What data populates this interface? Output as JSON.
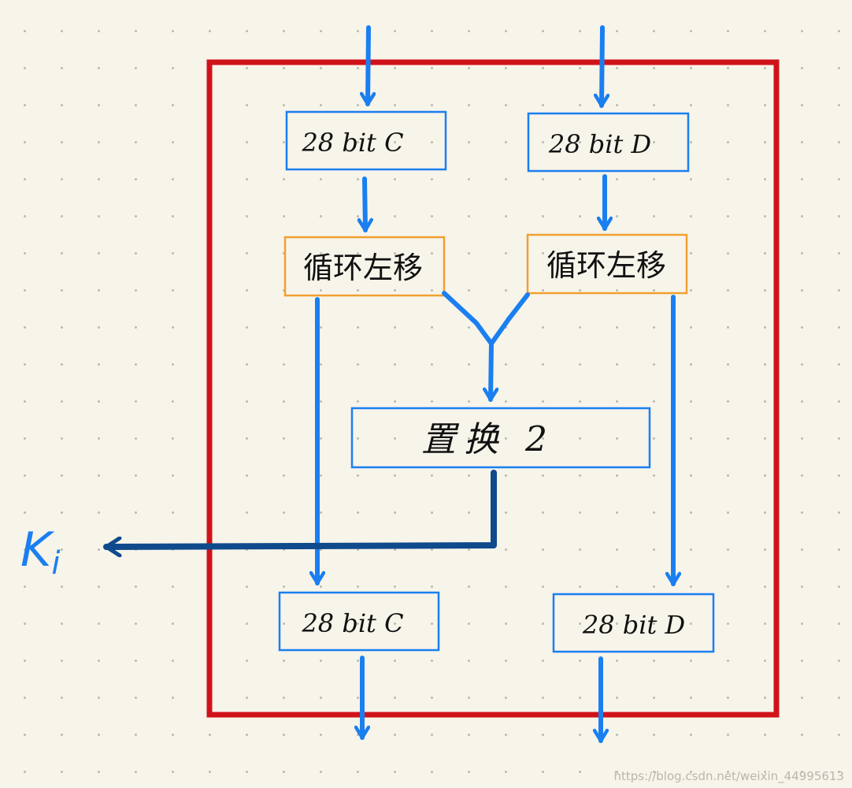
{
  "colors": {
    "background": "#f7f4ea",
    "frame": "#d0121b",
    "arrow": "#1a7ff0",
    "output_arrow": "#0f4a8c",
    "box_border": "#1a7ff0",
    "shift_box_border": "#f0a030"
  },
  "boxes": {
    "c_in": "28 bit  C",
    "d_in": "28 bit  D",
    "shift_left": "循环左移",
    "shift_right": "循环左移",
    "permutation": "置换 2",
    "c_out": "28 bit C",
    "d_out": "28 bit  D"
  },
  "output_label": {
    "main": "K",
    "subscript": "i"
  },
  "watermark": "https://blog.csdn.net/weixin_44995613"
}
